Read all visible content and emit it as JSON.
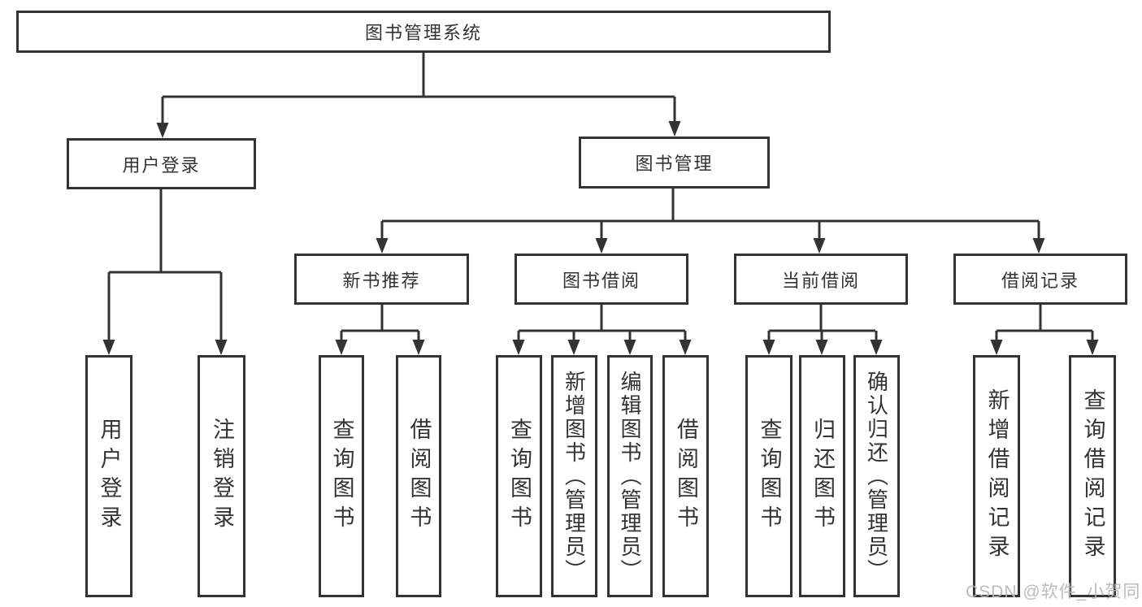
{
  "watermark": "CSDN @软件_小贺同学",
  "colors": {
    "line": "#333333",
    "box_border": "#333333",
    "text": "#333333",
    "watermark": "#b5b5b5",
    "background": "#ffffff"
  },
  "diagram": {
    "nodes": [
      {
        "id": "root",
        "label": "图书管理系统",
        "parent": null,
        "vertical": false
      },
      {
        "id": "user-login",
        "label": "用户登录",
        "parent": "root",
        "vertical": false
      },
      {
        "id": "book-mgmt",
        "label": "图书管理",
        "parent": "root",
        "vertical": false
      },
      {
        "id": "user-login-leaf",
        "label": "用户登录",
        "parent": "user-login",
        "vertical": true
      },
      {
        "id": "logout-leaf",
        "label": "注销登录",
        "parent": "user-login",
        "vertical": true
      },
      {
        "id": "new-book-rec",
        "label": "新书推荐",
        "parent": "book-mgmt",
        "vertical": false
      },
      {
        "id": "book-borrow",
        "label": "图书借阅",
        "parent": "book-mgmt",
        "vertical": false
      },
      {
        "id": "current-borrow",
        "label": "当前借阅",
        "parent": "book-mgmt",
        "vertical": false
      },
      {
        "id": "borrow-records",
        "label": "借阅记录",
        "parent": "book-mgmt",
        "vertical": false
      },
      {
        "id": "query-book-rec",
        "label": "查询图书",
        "parent": "new-book-rec",
        "vertical": true
      },
      {
        "id": "borrow-book-rec",
        "label": "借阅图书",
        "parent": "new-book-rec",
        "vertical": true
      },
      {
        "id": "query-book-borrow",
        "label": "查询图书",
        "parent": "book-borrow",
        "vertical": true
      },
      {
        "id": "add-book-admin",
        "label": "新增图书（管理员）",
        "parent": "book-borrow",
        "vertical": true
      },
      {
        "id": "edit-book-admin",
        "label": "编辑图书（管理员）",
        "parent": "book-borrow",
        "vertical": true
      },
      {
        "id": "borrow-book-borrow",
        "label": "借阅图书",
        "parent": "book-borrow",
        "vertical": true
      },
      {
        "id": "query-book-current",
        "label": "查询图书",
        "parent": "current-borrow",
        "vertical": true
      },
      {
        "id": "return-book",
        "label": "归还图书",
        "parent": "current-borrow",
        "vertical": true
      },
      {
        "id": "confirm-return-admin",
        "label": "确认归还（管理员）",
        "parent": "current-borrow",
        "vertical": true
      },
      {
        "id": "add-borrow-record",
        "label": "新增借阅记录",
        "parent": "borrow-records",
        "vertical": true
      },
      {
        "id": "query-borrow-record",
        "label": "查询借阅记录",
        "parent": "borrow-records",
        "vertical": true
      }
    ]
  }
}
